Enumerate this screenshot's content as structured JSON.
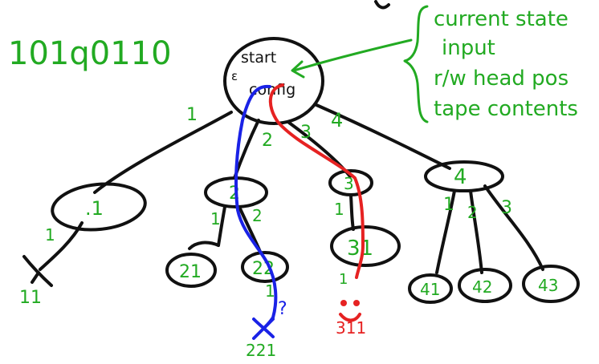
{
  "tape_string": "101q0110",
  "root": {
    "line1": "start",
    "line2": "config",
    "epsilon": "ε"
  },
  "config_note": {
    "items": [
      "current state",
      "input",
      "r/w head pos",
      "tape contents"
    ]
  },
  "branch_labels": {
    "root_to_1": "1",
    "root_to_2": "2",
    "root_to_3": "3",
    "root_to_4": "4",
    "n1_to_11": "1",
    "n2_to_21": "1",
    "n2_to_22": "2",
    "n3_to_31": "1",
    "n31_to_311": "1",
    "n22_to_221": "1",
    "n4_to_41": "1",
    "n4_to_42": "2",
    "n4_to_43": "3"
  },
  "nodes": {
    "n1": ".1",
    "n2": "2",
    "n3": "3",
    "n4": "4",
    "n21": "21",
    "n22": "22",
    "n31": "31",
    "n41": "41",
    "n42": "42",
    "n43": "43"
  },
  "leaves": {
    "reject_11": "11",
    "reject_221": "221",
    "accept_311": "311",
    "question_mark": "?"
  },
  "colors": {
    "tree": "#111111",
    "annotation": "#22aa22",
    "blue_path": "#1a22e6",
    "red_path": "#e62222"
  }
}
